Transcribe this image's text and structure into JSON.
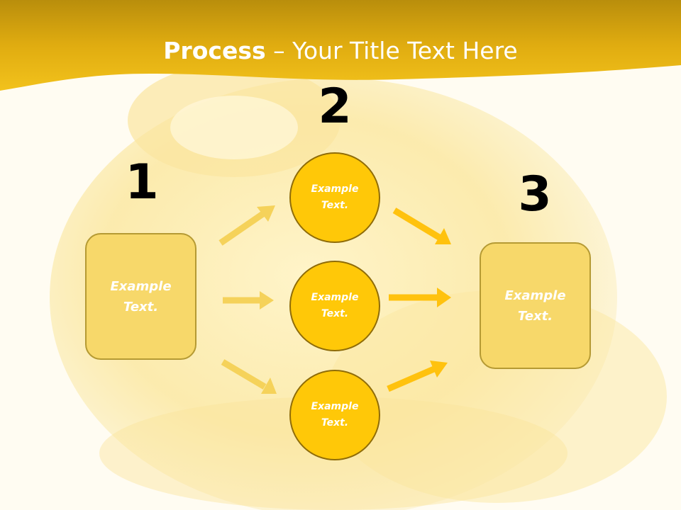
{
  "slide": {
    "title_bold": "Process",
    "title_rest": " – Your Title Text Here"
  },
  "steps": {
    "step1": "1",
    "step2": "2",
    "step3": "3"
  },
  "nodes": {
    "left_box": "Example\nText.",
    "circle_top": "Example\nText.",
    "circle_middle": "Example\nText.",
    "circle_bottom": "Example\nText.",
    "right_box": "Example\nText."
  },
  "colors": {
    "header": "#e8b80e",
    "circle_fill": "#ffc808",
    "box_fill": "#f7d86a",
    "arrow_light": "#f5d25a",
    "arrow_strong": "#ffc20e"
  }
}
